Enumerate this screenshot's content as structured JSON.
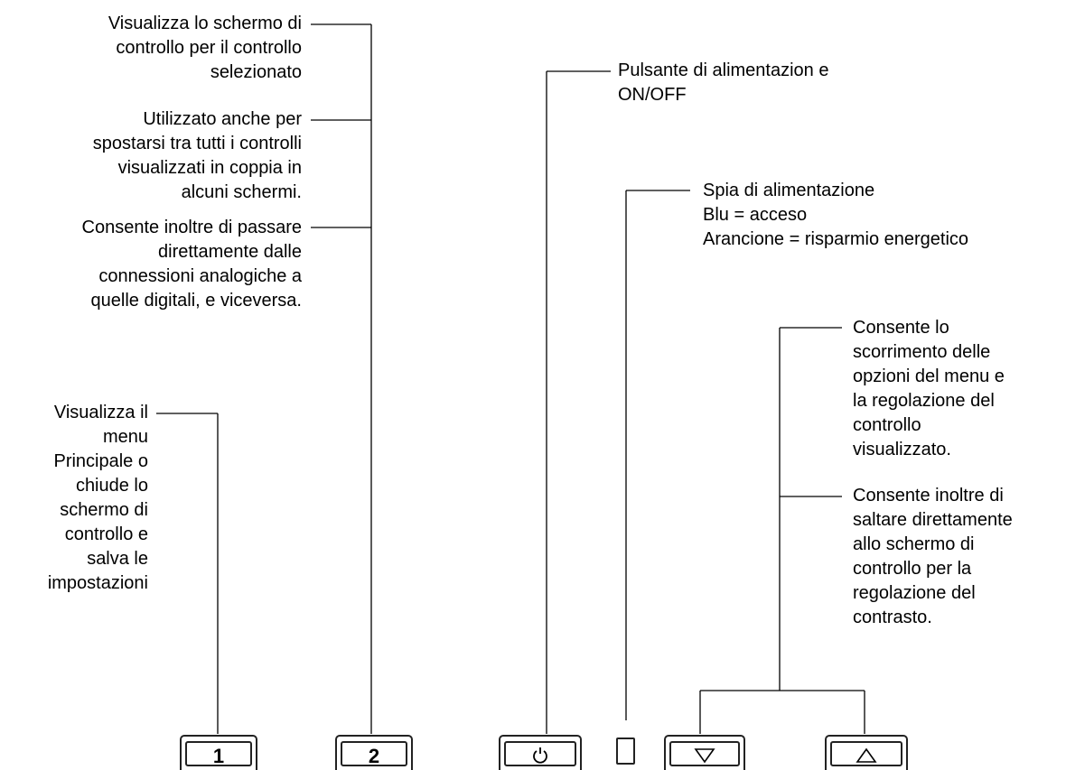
{
  "annotations": {
    "display_control": "Visualizza lo schermo di\ncontrollo per il controllo\nselezionato",
    "toggle_paired": "Utilizzato anche per\nspostarsi tra tutti i controlli\nvisualizzati in coppia in\nalcuni schermi.",
    "analog_digital": "Consente inoltre di passare\ndirettamente dalle\nconnessioni analogiche a\nquelle digitali, e viceversa.",
    "main_menu": "Visualizza il\nmenu\nPrincipale o\nchiude lo\nschermo di\ncontrollo e\nsalva le\nimpostazioni",
    "power_button": "Pulsante di alimentazion e\nON/OFF",
    "power_led": "Spia di alimentazione\nBlu = acceso\nArancione = risparmio energetico",
    "scroll_menu": "Consente lo\nscorrimento delle\nopzioni del menu e\nla regolazione del\ncontrollo\nvisualizzato.",
    "contrast_jump": "Consente inoltre di\nsaltare direttamente\nallo schermo di\ncontrollo per la\nregolazione del\ncontrasto."
  },
  "buttons": {
    "button_1": "1",
    "button_2": "2",
    "power_icon": "power-icon",
    "down_icon": "triangle-down-icon",
    "up_icon": "triangle-up-icon"
  }
}
